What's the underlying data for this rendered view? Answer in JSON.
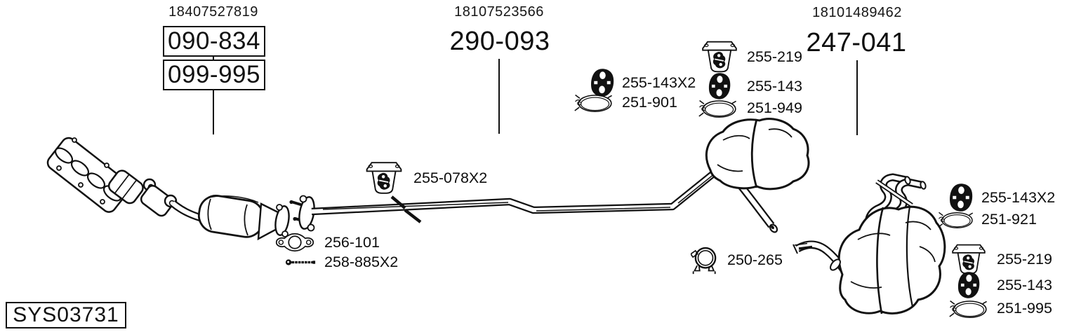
{
  "header": {
    "left": {
      "oe_number": "18407527819",
      "part_numbers": [
        "090-834",
        "099-995"
      ]
    },
    "center": {
      "oe_number": "18107523566",
      "part_number": "290-093"
    },
    "right": {
      "oe_number": "18101489462",
      "part_number": "247-041"
    }
  },
  "callouts": {
    "center_pipe_mount": "255-143X2",
    "center_pipe_clamp": "251-901",
    "center_muffler_bracket": "255-219",
    "center_muffler_mount": "255-143",
    "center_muffler_clamp": "251-949",
    "front_pipe_bracket": "255-078X2",
    "flange_gasket": "256-101",
    "flange_bolt": "258-885X2",
    "connector_clamp": "250-265",
    "rear_muffler_mount": "255-143X2",
    "rear_muffler_clamp": "251-921",
    "tailpipe_bracket": "255-219",
    "tailpipe_mount": "255-143",
    "tailpipe_clamp": "251-995"
  },
  "footer": {
    "system_code": "SYS03731"
  },
  "icon_legend": {
    "rubber_mount": "rubber-mount-icon",
    "clamp": "clamp-ring-icon",
    "hanger_bracket": "hanger-bracket-icon",
    "gasket": "flange-gasket-icon",
    "bolt": "bolt-icon",
    "band_clamp": "band-clamp-icon"
  },
  "colors": {
    "line": "#111111",
    "background": "#ffffff"
  }
}
